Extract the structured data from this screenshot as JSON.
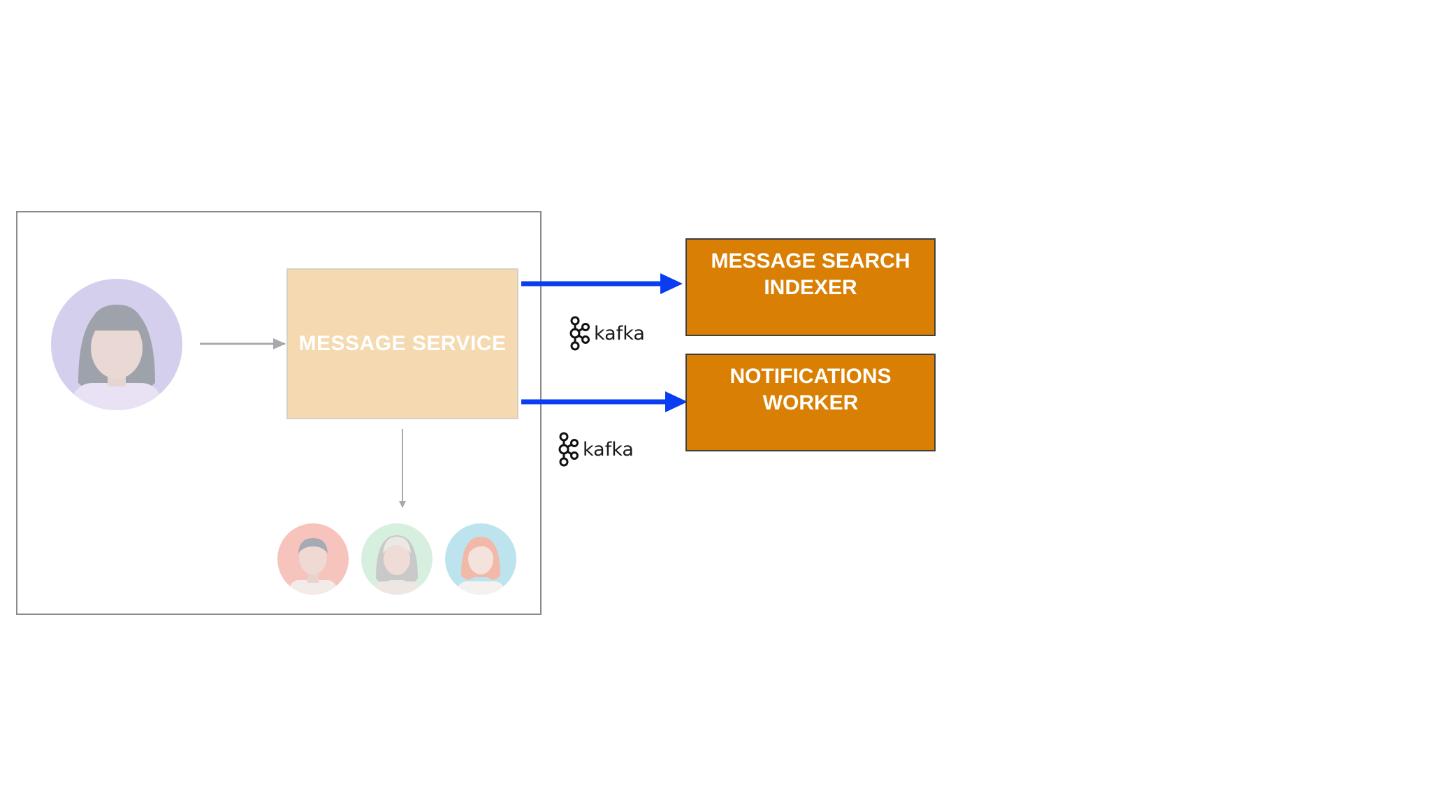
{
  "nodes": {
    "message_service": "MESSAGE SERVICE",
    "search_indexer": "MESSAGE SEARCH\nINDEXER",
    "notifications_worker": "NOTIFICATIONS\nWORKER"
  },
  "queues": [
    {
      "label": "kafka"
    },
    {
      "label": "kafka"
    }
  ],
  "colors": {
    "arrow_blue": "#0a3cf2",
    "worker_orange": "#d98004",
    "service_faded": "#f5dab1",
    "frame_gray": "#8a8a8a"
  },
  "icons": {
    "sender": "woman-avatar-icon",
    "recipients": [
      "man-avatar-icon",
      "woman-avatar-icon",
      "woman-avatar-icon"
    ],
    "queue": "kafka-logo-icon"
  }
}
